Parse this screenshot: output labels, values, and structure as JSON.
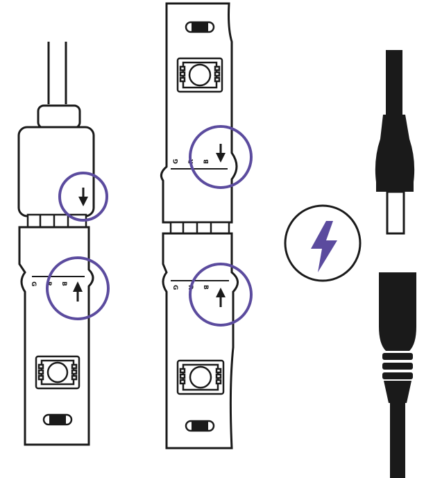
{
  "colors": {
    "outline": "#1a1a1a",
    "accent": "#5b4b9e",
    "connector_fill": "#1a1a1a",
    "plug_tip": "#ffffff"
  },
  "strip_labels": {
    "left_bottom": [
      "G",
      "R",
      "B"
    ],
    "middle_top": [
      "G",
      "R",
      "B"
    ],
    "middle_bottom": [
      "G",
      "R",
      "B"
    ]
  },
  "icons": {
    "power": "lightning-bolt-icon",
    "arrow_down": "arrow-down-icon",
    "arrow_up": "arrow-up-icon",
    "led_chip": "led-chip-icon",
    "resistor": "resistor-icon"
  }
}
